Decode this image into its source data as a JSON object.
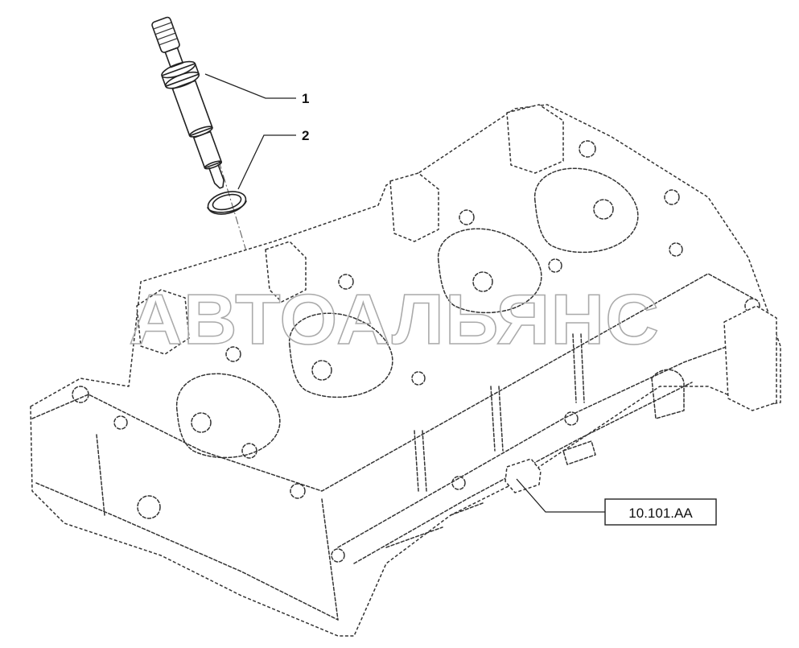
{
  "callouts": [
    {
      "number": "1",
      "part": "injector"
    },
    {
      "number": "2",
      "part": "sealing-washer"
    }
  ],
  "reference_label": "10.101.AA",
  "watermark_text": "АВТОАЛЬЯНС",
  "colors": {
    "line": "#222222",
    "background": "#ffffff",
    "watermark": "#aaaaaa"
  }
}
